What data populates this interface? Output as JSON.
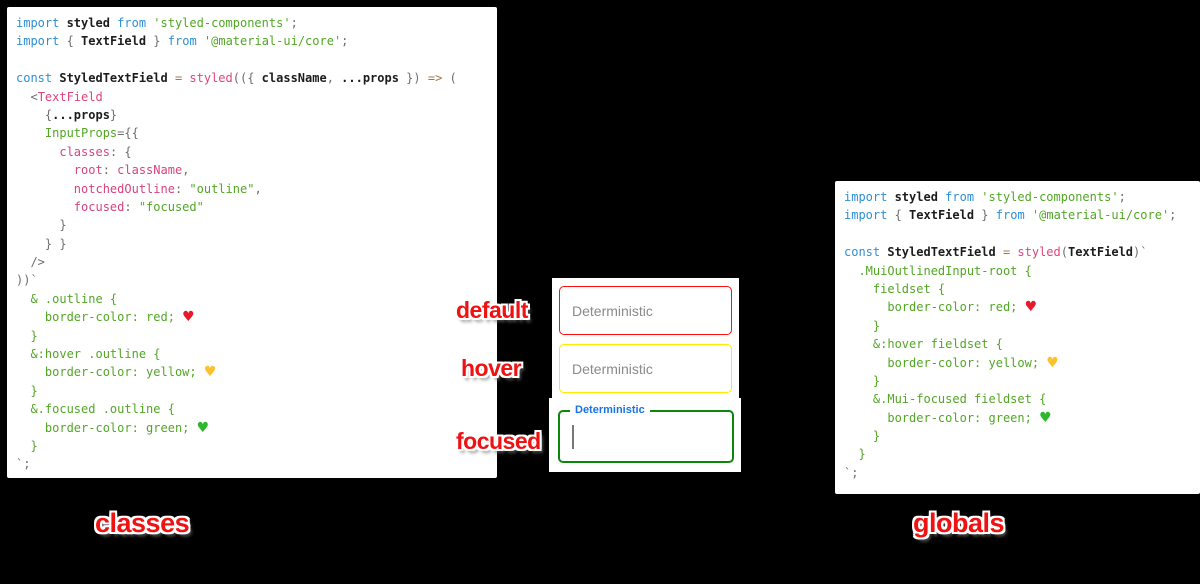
{
  "colors": {
    "background": "#000000",
    "keyword_blue": "#2e8fd4",
    "function_pink": "#e0447c",
    "string_green": "#53a626",
    "default_border": "#ff0f0f",
    "hover_border": "#ffeb00",
    "focused_border": "#0c870c",
    "focused_label_blue": "#1a73e8",
    "caption_red": "#ee1212"
  },
  "captions": {
    "default": "default",
    "hover": "hover",
    "focused": "focused",
    "classes": "classes",
    "globals": "globals"
  },
  "textfields": {
    "default": {
      "placeholder": "Deterministic"
    },
    "hover": {
      "placeholder": "Deterministic"
    },
    "focused": {
      "label": "Deterministic",
      "value": ""
    }
  },
  "code_left": {
    "title": "classes approach",
    "lines": [
      [
        {
          "c": "kw",
          "t": "import"
        },
        {
          "c": "id",
          "t": " styled "
        },
        {
          "c": "kw",
          "t": "from"
        },
        {
          "c": "str",
          "t": " 'styled-components'"
        },
        {
          "c": "pu",
          "t": ";"
        }
      ],
      [
        {
          "c": "kw",
          "t": "import"
        },
        {
          "c": "pu",
          "t": " { "
        },
        {
          "c": "id",
          "t": "TextField"
        },
        {
          "c": "pu",
          "t": " } "
        },
        {
          "c": "kw",
          "t": "from"
        },
        {
          "c": "str",
          "t": " '@material-ui/core'"
        },
        {
          "c": "pu",
          "t": ";"
        }
      ],
      [],
      [
        {
          "c": "kw",
          "t": "const"
        },
        {
          "c": "id",
          "t": " StyledTextField "
        },
        {
          "c": "op",
          "t": "= "
        },
        {
          "c": "fn",
          "t": "styled"
        },
        {
          "c": "pu",
          "t": "(({ "
        },
        {
          "c": "id",
          "t": "className"
        },
        {
          "c": "pu",
          "t": ", "
        },
        {
          "c": "id",
          "t": "...props"
        },
        {
          "c": "pu",
          "t": " }) "
        },
        {
          "c": "op",
          "t": "=> "
        },
        {
          "c": "pu",
          "t": "("
        }
      ],
      [
        {
          "c": "pu",
          "t": "  <"
        },
        {
          "c": "tag",
          "t": "TextField"
        }
      ],
      [
        {
          "c": "pu",
          "t": "    {"
        },
        {
          "c": "id",
          "t": "...props"
        },
        {
          "c": "pu",
          "t": "}"
        }
      ],
      [
        {
          "c": "pu",
          "t": "    "
        },
        {
          "c": "attr",
          "t": "InputProps"
        },
        {
          "c": "pu",
          "t": "={{"
        }
      ],
      [
        {
          "c": "pu",
          "t": "      "
        },
        {
          "c": "key",
          "t": "classes"
        },
        {
          "c": "pu",
          "t": ": {"
        }
      ],
      [
        {
          "c": "pu",
          "t": "        "
        },
        {
          "c": "key",
          "t": "root"
        },
        {
          "c": "pu",
          "t": ": "
        },
        {
          "c": "key",
          "t": "className"
        },
        {
          "c": "pu",
          "t": ","
        }
      ],
      [
        {
          "c": "pu",
          "t": "        "
        },
        {
          "c": "key",
          "t": "notchedOutline"
        },
        {
          "c": "pu",
          "t": ": "
        },
        {
          "c": "str",
          "t": "\"outline\""
        },
        {
          "c": "pu",
          "t": ","
        }
      ],
      [
        {
          "c": "pu",
          "t": "        "
        },
        {
          "c": "key",
          "t": "focused"
        },
        {
          "c": "pu",
          "t": ": "
        },
        {
          "c": "str",
          "t": "\"focused\""
        }
      ],
      [
        {
          "c": "pu",
          "t": "      }"
        }
      ],
      [
        {
          "c": "pu",
          "t": "    } }"
        }
      ],
      [
        {
          "c": "pu",
          "t": "  />"
        }
      ],
      [
        {
          "c": "pu",
          "t": "))`"
        }
      ],
      [
        {
          "c": "css",
          "t": "  & .outline {"
        }
      ],
      [
        {
          "c": "css",
          "t": "    border-color: red; "
        },
        {
          "c": "hr",
          "t": "♥"
        }
      ],
      [
        {
          "c": "css",
          "t": "  }"
        }
      ],
      [
        {
          "c": "css",
          "t": "  &:hover .outline {"
        }
      ],
      [
        {
          "c": "css",
          "t": "    border-color: yellow; "
        },
        {
          "c": "hy",
          "t": "♥"
        }
      ],
      [
        {
          "c": "css",
          "t": "  }"
        }
      ],
      [
        {
          "c": "css",
          "t": "  &.focused .outline {"
        }
      ],
      [
        {
          "c": "css",
          "t": "    border-color: green; "
        },
        {
          "c": "hg",
          "t": "♥"
        }
      ],
      [
        {
          "c": "css",
          "t": "  }"
        }
      ],
      [
        {
          "c": "pu",
          "t": "`;"
        }
      ]
    ]
  },
  "code_right": {
    "title": "globals approach",
    "lines": [
      [
        {
          "c": "kw",
          "t": "import"
        },
        {
          "c": "id",
          "t": " styled "
        },
        {
          "c": "kw",
          "t": "from"
        },
        {
          "c": "str",
          "t": " 'styled-components'"
        },
        {
          "c": "pu",
          "t": ";"
        }
      ],
      [
        {
          "c": "kw",
          "t": "import"
        },
        {
          "c": "pu",
          "t": " { "
        },
        {
          "c": "id",
          "t": "TextField"
        },
        {
          "c": "pu",
          "t": " } "
        },
        {
          "c": "kw",
          "t": "from"
        },
        {
          "c": "str",
          "t": " '@material-ui/core'"
        },
        {
          "c": "pu",
          "t": ";"
        }
      ],
      [],
      [
        {
          "c": "kw",
          "t": "const"
        },
        {
          "c": "id",
          "t": " StyledTextField "
        },
        {
          "c": "op",
          "t": "= "
        },
        {
          "c": "fn",
          "t": "styled"
        },
        {
          "c": "pu",
          "t": "("
        },
        {
          "c": "id",
          "t": "TextField"
        },
        {
          "c": "pu",
          "t": ")`"
        }
      ],
      [
        {
          "c": "css",
          "t": "  .MuiOutlinedInput-root {"
        }
      ],
      [
        {
          "c": "css",
          "t": "    fieldset {"
        }
      ],
      [
        {
          "c": "css",
          "t": "      border-color: red; "
        },
        {
          "c": "hr",
          "t": "♥"
        }
      ],
      [
        {
          "c": "css",
          "t": "    }"
        }
      ],
      [
        {
          "c": "css",
          "t": "    &:hover fieldset {"
        }
      ],
      [
        {
          "c": "css",
          "t": "      border-color: yellow; "
        },
        {
          "c": "hy",
          "t": "♥"
        }
      ],
      [
        {
          "c": "css",
          "t": "    }"
        }
      ],
      [
        {
          "c": "css",
          "t": "    &.Mui-focused fieldset {"
        }
      ],
      [
        {
          "c": "css",
          "t": "      border-color: green; "
        },
        {
          "c": "hg",
          "t": "♥"
        }
      ],
      [
        {
          "c": "css",
          "t": "    }"
        }
      ],
      [
        {
          "c": "css",
          "t": "  }"
        }
      ],
      [
        {
          "c": "pu",
          "t": "`;"
        }
      ]
    ]
  }
}
